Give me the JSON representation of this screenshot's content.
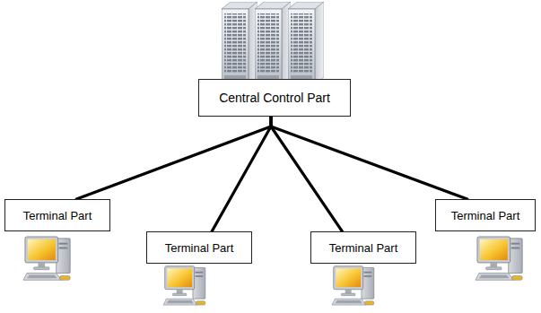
{
  "diagram": {
    "nodes": [
      {
        "text": [
          "Central Control Part"
        ]
      },
      {
        "text": [
          "Terminal Part"
        ]
      },
      {
        "text": [
          "Terminal Part"
        ]
      },
      {
        "text": [
          "Terminal Part"
        ]
      },
      {
        "text": [
          "Terminal Part"
        ]
      }
    ],
    "edges": [
      {
        "from": 0,
        "to": 1,
        "arrow": "none"
      },
      {
        "from": 0,
        "to": 2,
        "arrow": "none"
      },
      {
        "from": 0,
        "to": 3,
        "arrow": "none"
      },
      {
        "from": 0,
        "to": 4,
        "arrow": "none"
      }
    ]
  }
}
